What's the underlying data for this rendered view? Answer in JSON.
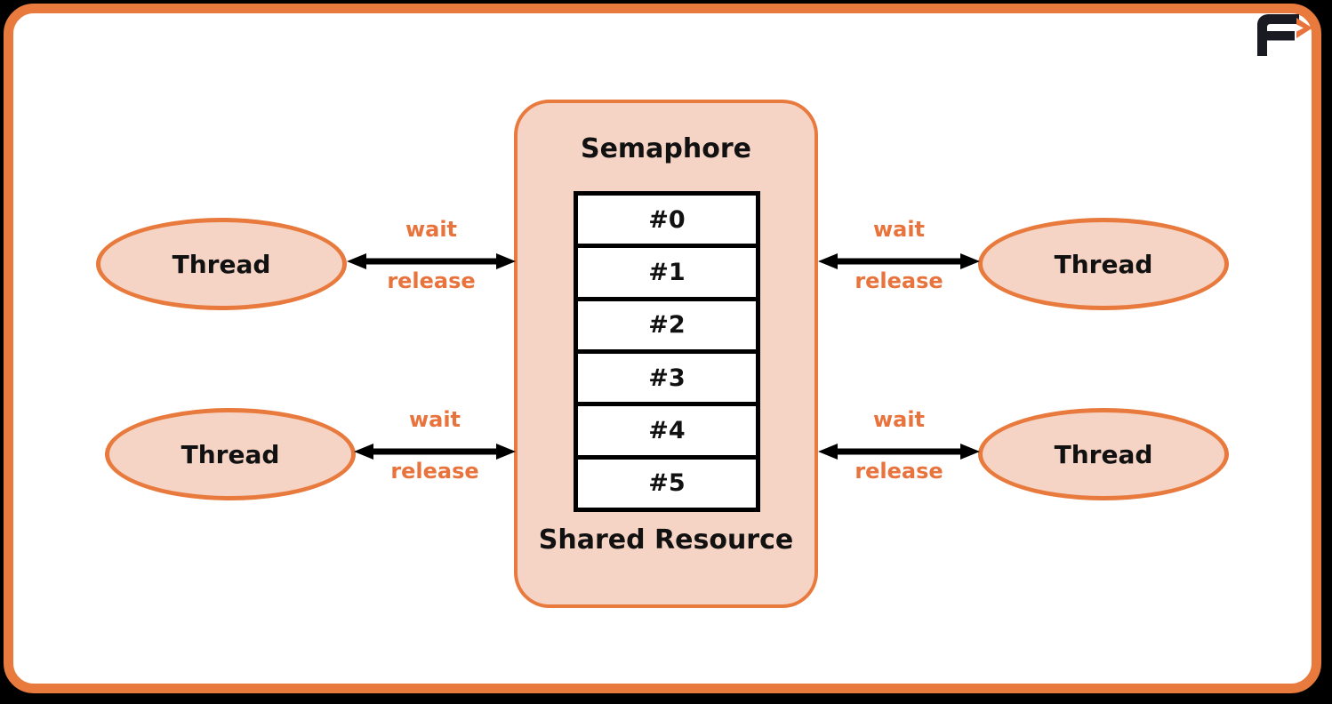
{
  "frame": {
    "border_color": "#E87A3E",
    "background": "#FFFFFF",
    "outer_background": "#000000"
  },
  "logo": {
    "name": "favtutor-logo",
    "letter": "F",
    "mark_color": "#E8733C",
    "letter_color": "#1A1A22"
  },
  "semaphore": {
    "title": "Semaphore",
    "footer": "Shared Resource",
    "fill_color": "#F6D4C5",
    "border_color": "#E87A3E",
    "slots": [
      {
        "label": "#0"
      },
      {
        "label": "#1"
      },
      {
        "label": "#2"
      },
      {
        "label": "#3"
      },
      {
        "label": "#4"
      },
      {
        "label": "#5"
      }
    ]
  },
  "threads": [
    {
      "id": "thread-top-left",
      "label": "Thread"
    },
    {
      "id": "thread-bottom-left",
      "label": "Thread"
    },
    {
      "id": "thread-top-right",
      "label": "Thread"
    },
    {
      "id": "thread-bottom-right",
      "label": "Thread"
    }
  ],
  "connectors": [
    {
      "id": "connector-top-left",
      "wait": "wait",
      "release": "release"
    },
    {
      "id": "connector-bottom-left",
      "wait": "wait",
      "release": "release"
    },
    {
      "id": "connector-top-right",
      "wait": "wait",
      "release": "release"
    },
    {
      "id": "connector-bottom-right",
      "wait": "wait",
      "release": "release"
    }
  ],
  "colors": {
    "accent_orange": "#E87A3E",
    "label_orange": "#E8733C",
    "fill_peach": "#F6D4C5",
    "stroke_black": "#000000",
    "text_black": "#111111"
  }
}
